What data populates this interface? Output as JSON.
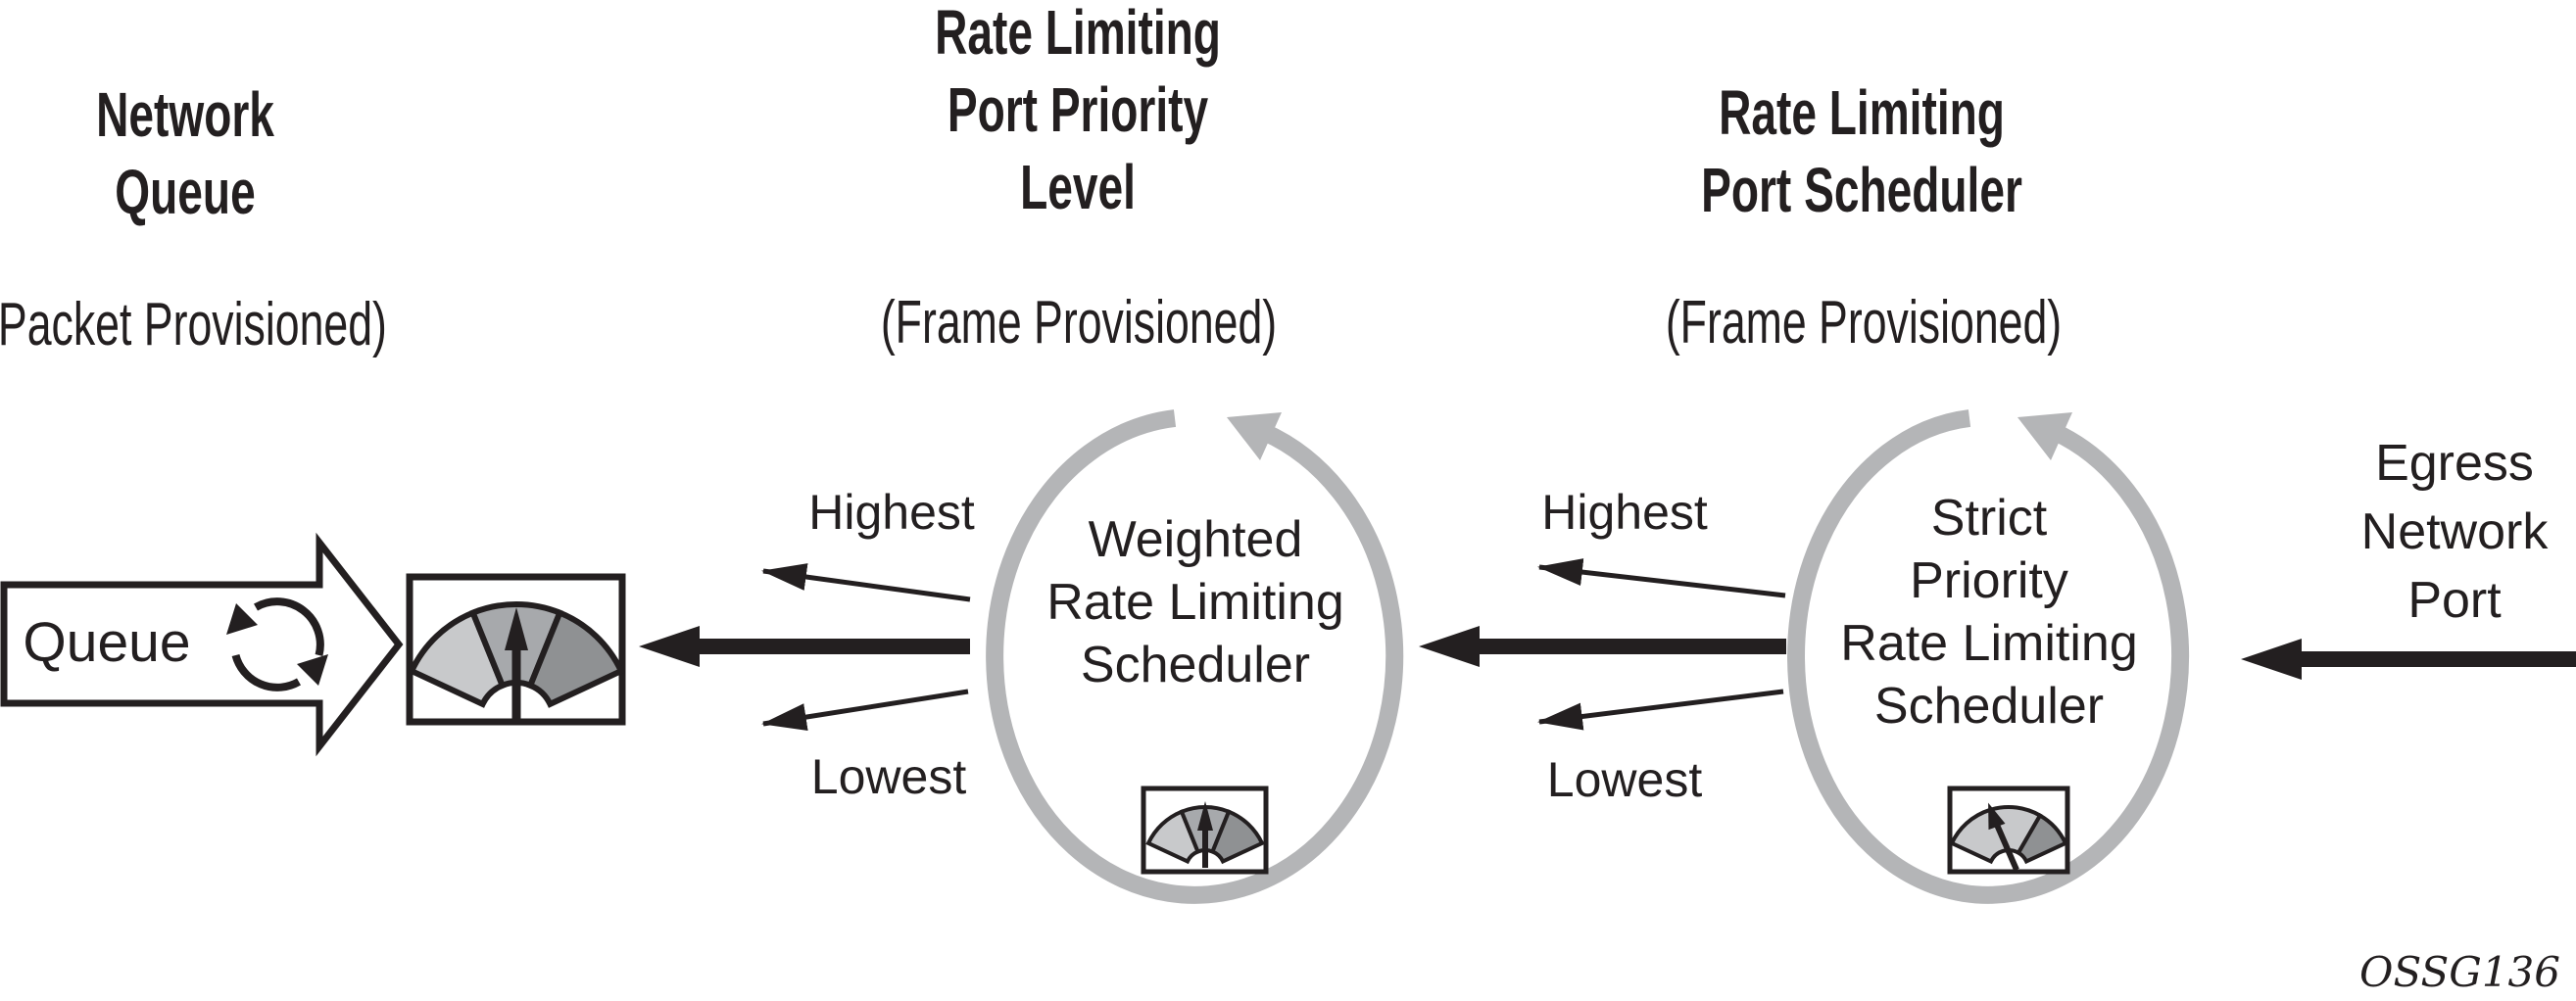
{
  "headers": {
    "col1": {
      "title_lines": [
        "Network",
        "Queue"
      ],
      "subtitle": "(Packet Provisioned)"
    },
    "col2": {
      "title_lines": [
        "Rate Limiting",
        "Port Priority",
        "Level"
      ],
      "subtitle": "(Frame Provisioned)"
    },
    "col3": {
      "title_lines": [
        "Rate Limiting",
        "Port Scheduler"
      ],
      "subtitle": "(Frame Provisioned)"
    }
  },
  "queue_block": {
    "label": "Queue"
  },
  "schedulers": {
    "weighted": {
      "label_lines": [
        "Weighted",
        "Rate Limiting",
        "Scheduler"
      ],
      "highest_label": "Highest",
      "lowest_label": "Lowest"
    },
    "strict": {
      "label_lines": [
        "Strict",
        "Priority",
        "Rate Limiting",
        "Scheduler"
      ],
      "highest_label": "Highest",
      "lowest_label": "Lowest"
    }
  },
  "egress": {
    "label_lines": [
      "Egress",
      "Network",
      "Port"
    ]
  },
  "figure_code": "OSSG136",
  "icons": {
    "queue_loop": "circular-arrows-icon",
    "meter": "gauge-meter-icon",
    "scheduler_ring": "rotation-arrow-ring-icon",
    "flow": "left-flow-arrow"
  },
  "colors": {
    "ink": "#231f20",
    "ring_gray": "#b4b5b7",
    "gauge_light": "#c8c9cb",
    "gauge_mid": "#a7a9ac",
    "gauge_dark": "#8f9193",
    "paper": "#ffffff"
  }
}
